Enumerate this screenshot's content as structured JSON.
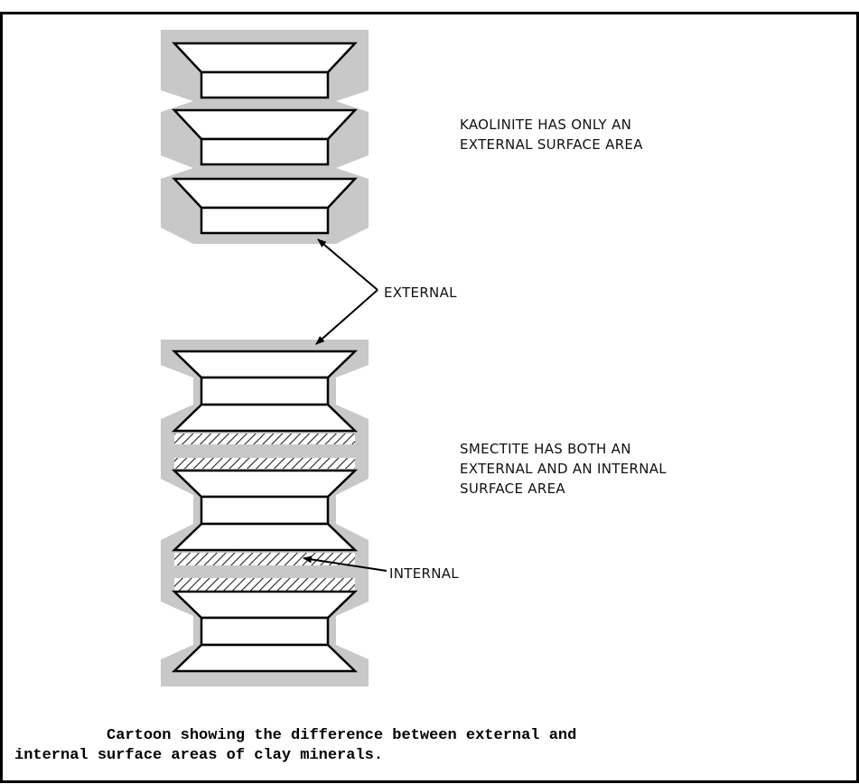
{
  "labels": {
    "kaolinite": [
      "KAOLINITE HAS ONLY AN",
      "EXTERNAL SURFACE AREA"
    ],
    "external": "EXTERNAL",
    "smectite": [
      "SMECTITE HAS BOTH AN",
      "EXTERNAL AND AN INTERNAL",
      "SURFACE AREA"
    ],
    "internal": "INTERNAL"
  },
  "caption": {
    "line1": "          Cartoon showing the difference between external and",
    "line2": "internal surface areas of clay minerals."
  },
  "colors": {
    "border": "#000000",
    "shading": "#c8c8c8",
    "ink": "#111111"
  }
}
